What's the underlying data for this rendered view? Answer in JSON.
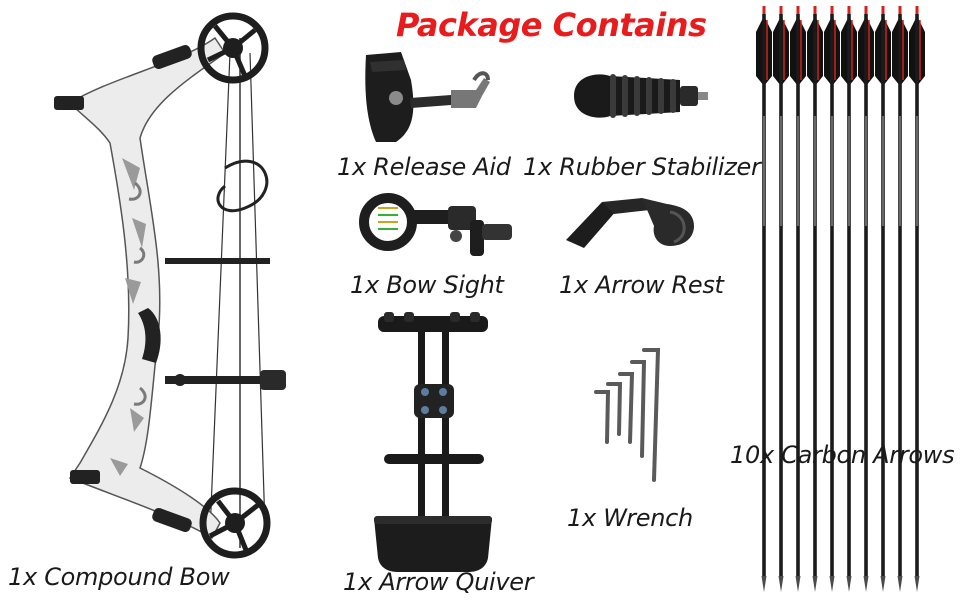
{
  "title": "Package Contains",
  "colors": {
    "title": "#e81c1c",
    "label": "#1a1a1a",
    "arrow_shaft": "#1b1b1b",
    "fletching": "#111111",
    "fletching_accent": "#d3221f",
    "bow_camo": "#e9e9e9"
  },
  "items": {
    "compound_bow": "1x Compound Bow",
    "release_aid": "1x Release Aid",
    "rubber_stabilizer": "1x Rubber Stabilizer",
    "bow_sight": "1x Bow Sight",
    "arrow_rest": "1x Arrow Rest",
    "arrow_quiver": "1x Arrow Quiver",
    "wrench": "1x Wrench",
    "carbon_arrows": "10x Carbon Arrows"
  },
  "arrow_count": 10
}
